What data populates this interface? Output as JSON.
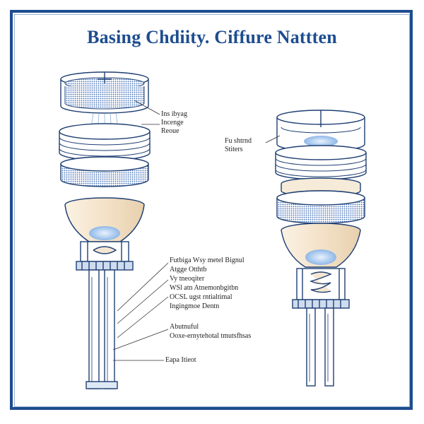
{
  "title": "Basing Chdiity. Ciffure Nattten",
  "colors": {
    "frame": "#1d4d8f",
    "ink": "#1f3f73",
    "mesh": "#3d6db5",
    "cone": "#f3e3cc",
    "glow": "#bcd7f5"
  },
  "labels": {
    "left_top": [
      "Ins ibyag",
      "Incenge",
      "Reoue"
    ],
    "right_top": [
      "Fu shtrnd",
      "Stiters"
    ],
    "left_mid": [
      "Futbiga Wsy metel Bignul",
      "Atgge Otthtb",
      "Vy tneoqiter",
      "WSl atn Atnemonbgitbn",
      "OCSL ugst rntialtimal",
      "Ingingmoe Dentn"
    ],
    "left_lower": [
      "Abutnuful",
      "Ooxe-ernytehotal tmutsfhsas"
    ],
    "left_bottom": [
      "Eapa Itieot"
    ]
  }
}
